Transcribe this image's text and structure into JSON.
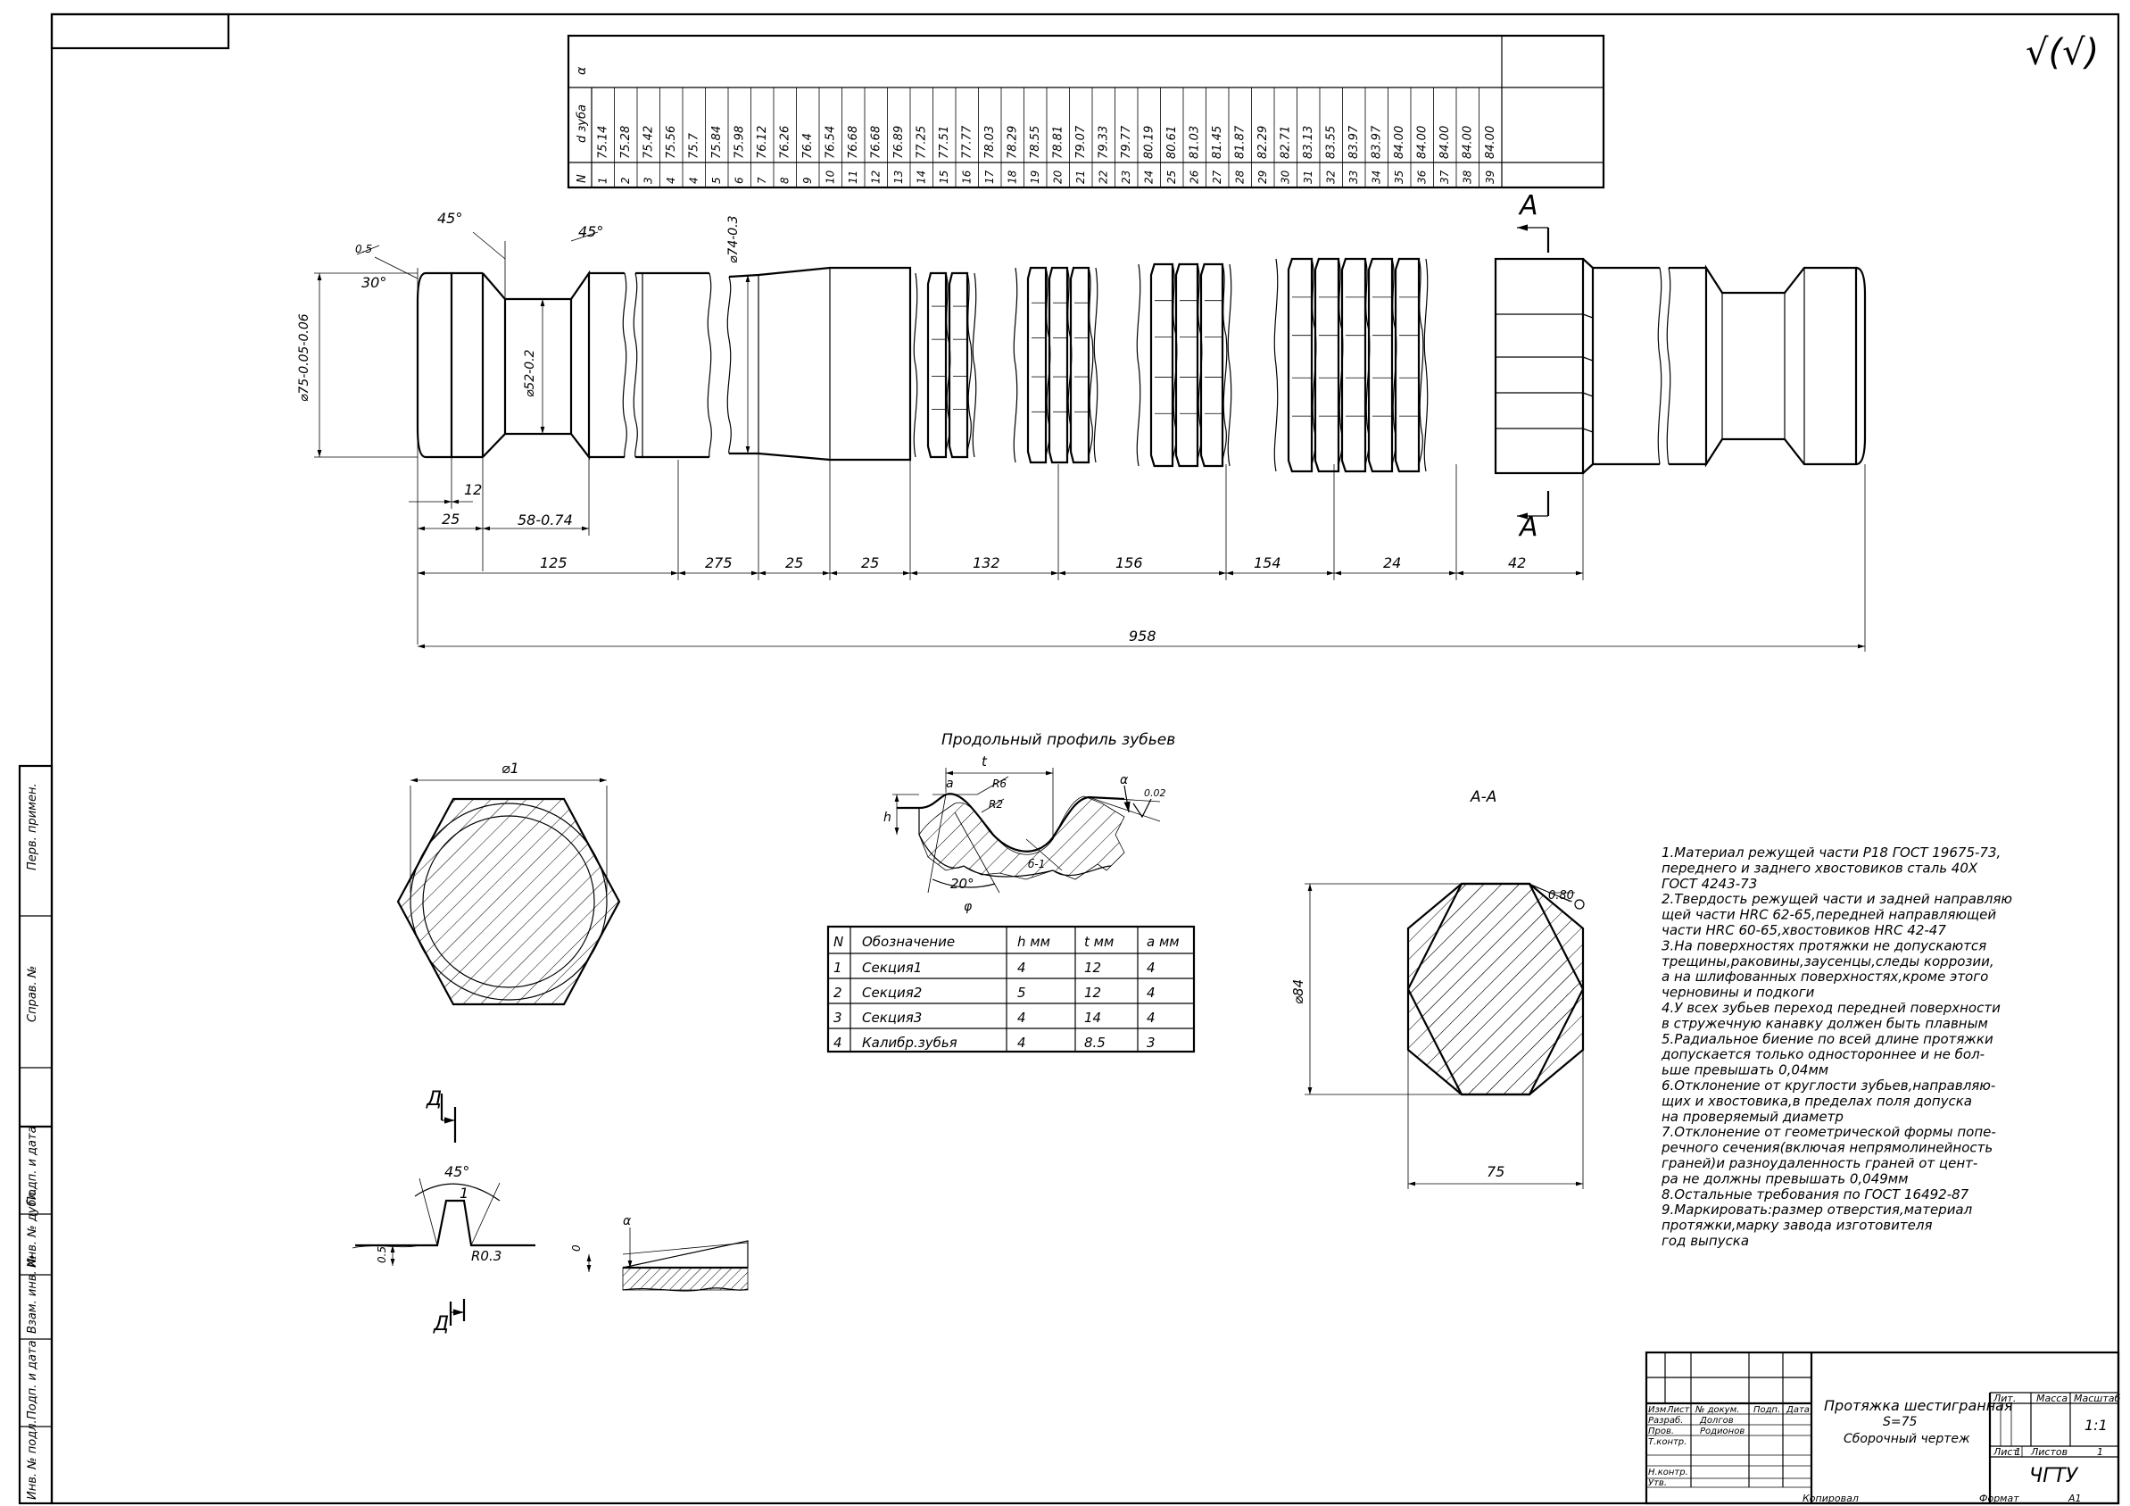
{
  "roughness_symbol": "√(√)",
  "teeth_table": {
    "top_header": "α",
    "row_label_d": "d зуба",
    "row_label_n": "N",
    "diameters": [
      "75.14",
      "75.28",
      "75.42",
      "75.56",
      "75.7",
      "75.84",
      "75.98",
      "76.12",
      "76.26",
      "76.4",
      "76.54",
      "76.68",
      "76.68",
      "76.89",
      "77.25",
      "77.51",
      "77.77",
      "78.03",
      "78.29",
      "78.55",
      "78.81",
      "79.07",
      "79.33",
      "79.77",
      "80.19",
      "80.61",
      "81.03",
      "81.45",
      "81.87",
      "82.29",
      "82.71",
      "83.13",
      "83.55",
      "83.97",
      "83.97",
      "84.00",
      "84.00",
      "84.00",
      "84.00",
      "84.00"
    ],
    "numbers": [
      "1",
      "2",
      "3",
      "4",
      "4",
      "5",
      "6",
      "7",
      "8",
      "9",
      "10",
      "11",
      "12",
      "13",
      "14",
      "15",
      "16",
      "17",
      "18",
      "19",
      "20",
      "21",
      "22",
      "23",
      "24",
      "25",
      "26",
      "27",
      "28",
      "29",
      "30",
      "31",
      "32",
      "33",
      "34",
      "35",
      "36",
      "37",
      "38",
      "39"
    ]
  },
  "main_view": {
    "section_mark": "А",
    "dims": {
      "chamfer_05": "0.5",
      "angle_30": "30°",
      "angle_45a": "45°",
      "angle_45b": "45°",
      "dia_left": "⌀75-0.05-0.06",
      "dia_neck": "⌀52-0.2",
      "dia_mid": "⌀74-0.3",
      "d12": "12",
      "d25": "25",
      "d58": "58-0.74",
      "d125": "125",
      "d275": "275",
      "d25b": "25",
      "d25c": "25",
      "d132": "132",
      "d156": "156",
      "d154": "154",
      "d24": "24",
      "d42": "42",
      "d958": "958"
    }
  },
  "end_view": {
    "dia": "⌀1"
  },
  "profile": {
    "title": "Продольный профиль зубьев",
    "t": "t",
    "a": "a",
    "h": "h",
    "r6": "R6",
    "r2": "R2",
    "alpha": "α",
    "a02": "0.02",
    "angle_20": "20°",
    "phi": "φ",
    "k": "б-1"
  },
  "sections_table": {
    "headers": [
      "N",
      "Обозначение",
      "h мм",
      "t мм",
      "a мм"
    ],
    "rows": [
      [
        "1",
        "Секция1",
        "4",
        "12",
        "4"
      ],
      [
        "2",
        "Секция2",
        "5",
        "12",
        "4"
      ],
      [
        "3",
        "Секция3",
        "4",
        "14",
        "4"
      ],
      [
        "4",
        "Калибр.зубья",
        "4",
        "8.5",
        "3"
      ]
    ]
  },
  "section_aa": {
    "title": "А-А",
    "r": "0.80",
    "dia": "⌀84",
    "width": "75"
  },
  "detail_d": {
    "mark": "Д",
    "angle": "45°",
    "one": "1",
    "r03": "R0.3",
    "h": "0.5",
    "alpha": "α",
    "small": "0"
  },
  "notes": [
    "1.Материал режущей части Р18 ГОСТ 19675-73,",
    "   переднего и заднего хвостовиков сталь 40Х",
    "   ГОСТ 4243-73",
    "2.Твердость режущей части и задней направляю",
    "   щей части HRC 62-65,передней направляющей",
    "   части HRC 60-65,хвостовиков HRC 42-47",
    "3.На поверхностях протяжки не допускаются",
    "   трещины,раковины,заусенцы,следы коррозии,",
    "   а на шлифованных поверхностях,кроме этого",
    "   черновины и подкоги",
    "4.У всех зубьев переход передней поверхности",
    "   в стружечную канавку должен быть плавным",
    "5.Радиальное биение по всей длине протяжки",
    "   допускается только одностороннее и не бол-",
    "   ьше превышать 0,04мм",
    "6.Отклонение от круглости зубьев,направляю-",
    "   щих и хвостовика,в пределах поля допуска",
    "   на проверяемый диаметр",
    "7.Отклонение от геометрической формы попе-",
    "   речного сечения(включая непрямолинейность",
    "   граней)и разноудаленность граней от цент-",
    "   ра не должны превышать 0,049мм",
    "8.Остальные требования по ГОСТ 16492-87",
    "9.Маркировать:размер отверстия,материал",
    "   протяжки,марку завода изготовителя",
    "   год выпуска"
  ],
  "title_block": {
    "title_line1": "Протяжка шестигранная",
    "title_line2": "S=75",
    "title_line3": "Сборочный чертеж",
    "col_izm": "Изм",
    "col_list": "Лист",
    "col_doc": "№ докум.",
    "col_podp": "Подп.",
    "col_data": "Дата",
    "razrab": "Разраб.",
    "razrab_name": "Долгов",
    "prov": "Пров.",
    "prov_name": "Родионов",
    "tkontr": "Т.контр.",
    "nkontr": "Н.контр.",
    "utv": "Утв.",
    "lit": "Лит.",
    "massa": "Масса",
    "masshtab": "Масштаб",
    "scale_val": "1:1",
    "list_label": "Лист",
    "list_num": "1",
    "listov_label": "Листов",
    "listov_num": "1",
    "org": "ЧГТУ",
    "kopiroval": "Копировал",
    "format": "Формат",
    "format_val": "А1"
  },
  "side_stamp": [
    "Перв. примен.",
    "Справ. №",
    "Подп. и дата",
    "Инв. № дубл.",
    "Взам. инв. №",
    "Подп. и дата",
    "Инв. № подл."
  ]
}
